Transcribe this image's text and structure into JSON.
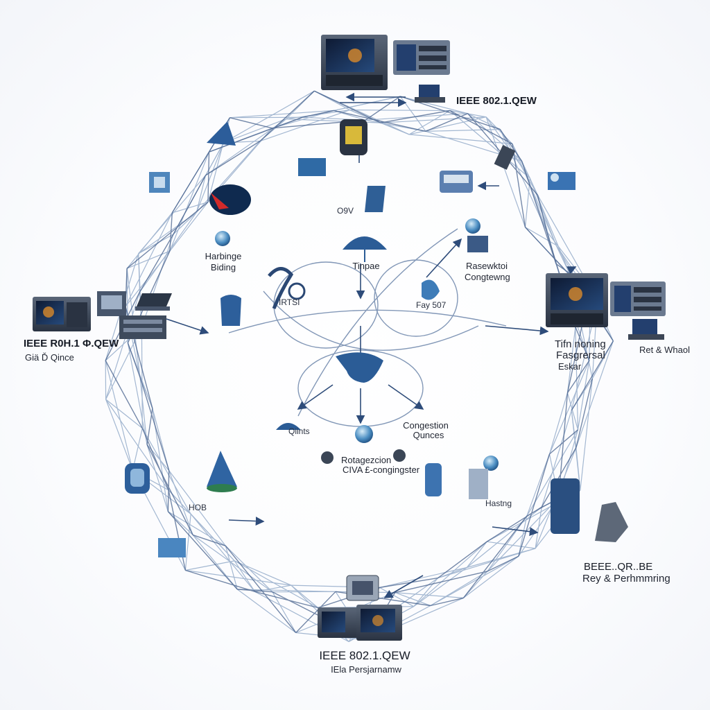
{
  "labels": {
    "top_right_title": "IEEE 802.1.QEW",
    "ov": "O9V",
    "harbinger_line1": "Harbinge",
    "harbinger_line2": "Biding",
    "tinpae": "Tinpae",
    "rasewktoi_line1": "Rasewktoi",
    "rasewktoi_line2": "Congtewng",
    "irtsi": "IRTSI",
    "fay": "Fay 507",
    "left_title": "IEEE  R0H.1 Φ.QEW",
    "left_sub": "Giä Ď Qince",
    "right_line1": "Tifn noning",
    "right_line2": "Fasgrersal",
    "right_line3": "Eskar",
    "right_far": "Ret & Whaol",
    "qiints": "Qiints",
    "congestion_line1": "Congestion",
    "congestion_line2": "Qunces",
    "rotagezcion_line1": "Rotagezcion",
    "rotagezcion_line2": "CIVA £-congingster",
    "hob": "HOB",
    "hastng": "Hastng",
    "bottom_right_line1": "BEEE..QR..BE",
    "bottom_right_line2": "Rey & Perhmmring",
    "bottom_title": "IEEE 802.1.QEW",
    "bottom_sub": "IEla Persjarnamw"
  },
  "colors": {
    "mesh_line": "#8ea6c6",
    "mesh_dark": "#3b5785",
    "arrow": "#2e4c7a",
    "device_navy": "#1f3a66",
    "device_blue": "#3e6fa8",
    "device_light": "#7fa6cf",
    "accent_red": "#d22a2a"
  }
}
